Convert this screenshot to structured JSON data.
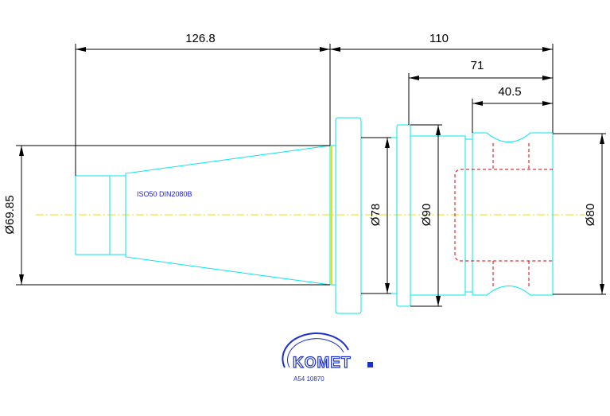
{
  "drawing": {
    "dimensions": {
      "shank_length": "126.8",
      "total_length": "110",
      "body_length": "71",
      "groove_offset": "40.5",
      "dia_taper": "Ø69.85",
      "dia_collar": "Ø78",
      "dia_flange": "Ø90",
      "dia_nose": "Ø80"
    },
    "taper_standard": "ISO50 DIN2080B",
    "logo": {
      "brand": "KOMET",
      "part_number": "A54 10870"
    },
    "colors": {
      "outline": "#00e5ee",
      "dimension": "#000000",
      "centerline": "#e5e500",
      "hidden": "#e00000",
      "label": "#1a1aff",
      "logo": "#1a2fd0"
    }
  }
}
